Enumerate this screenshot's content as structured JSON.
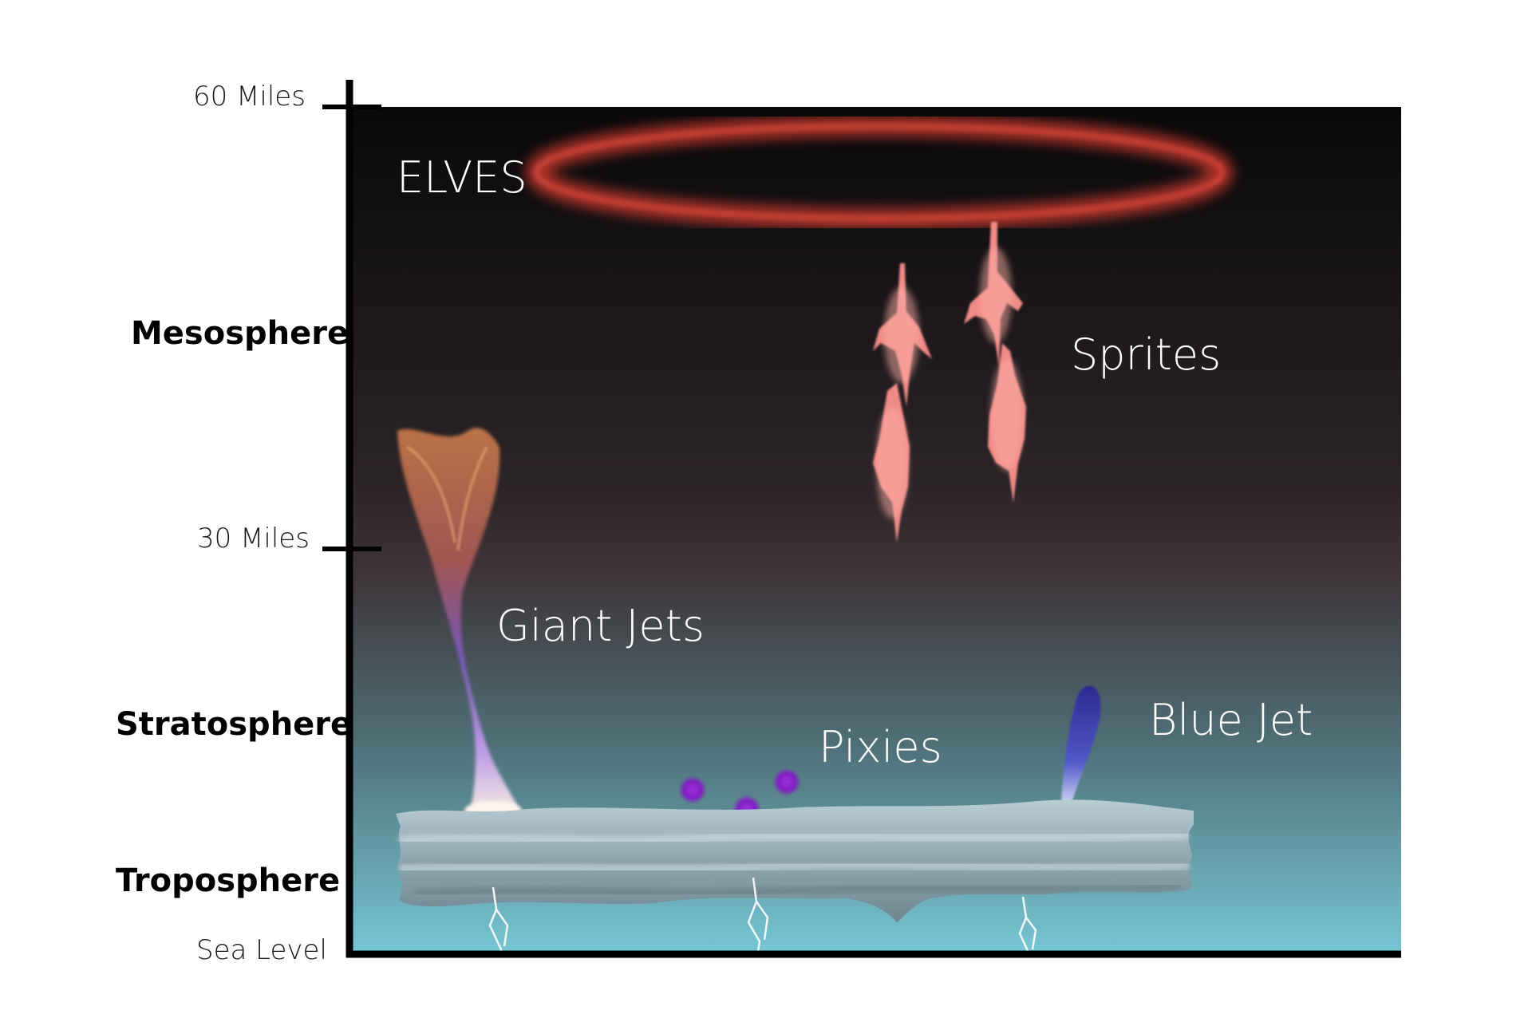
{
  "axis": {
    "ticks": {
      "top": "60 Miles",
      "middle": "30 Miles",
      "bottom": "Sea Level"
    }
  },
  "layers": {
    "mesosphere": "Mesosphere",
    "stratosphere": "Stratosphere",
    "troposphere": "Troposphere"
  },
  "phenomena": {
    "elves": "ELVES",
    "sprites": "Sprites",
    "giant_jets": "Giant Jets",
    "pixies": "Pixies",
    "blue_jet": "Blue Jet"
  },
  "colors": {
    "sky_top": "#08080a",
    "sky_mid": "#3a3036",
    "sky_bottom": "#74c4d2",
    "elves_ring": "#b8362c",
    "sprites": "#f08a86",
    "giant_jet_top": "#d4784a",
    "giant_jet_bottom": "#9a6ae0",
    "pixies": "#8a28c8",
    "blue_jet": "#3a3aa8",
    "cloud": "#9fb9c4",
    "axis": "#000000"
  }
}
